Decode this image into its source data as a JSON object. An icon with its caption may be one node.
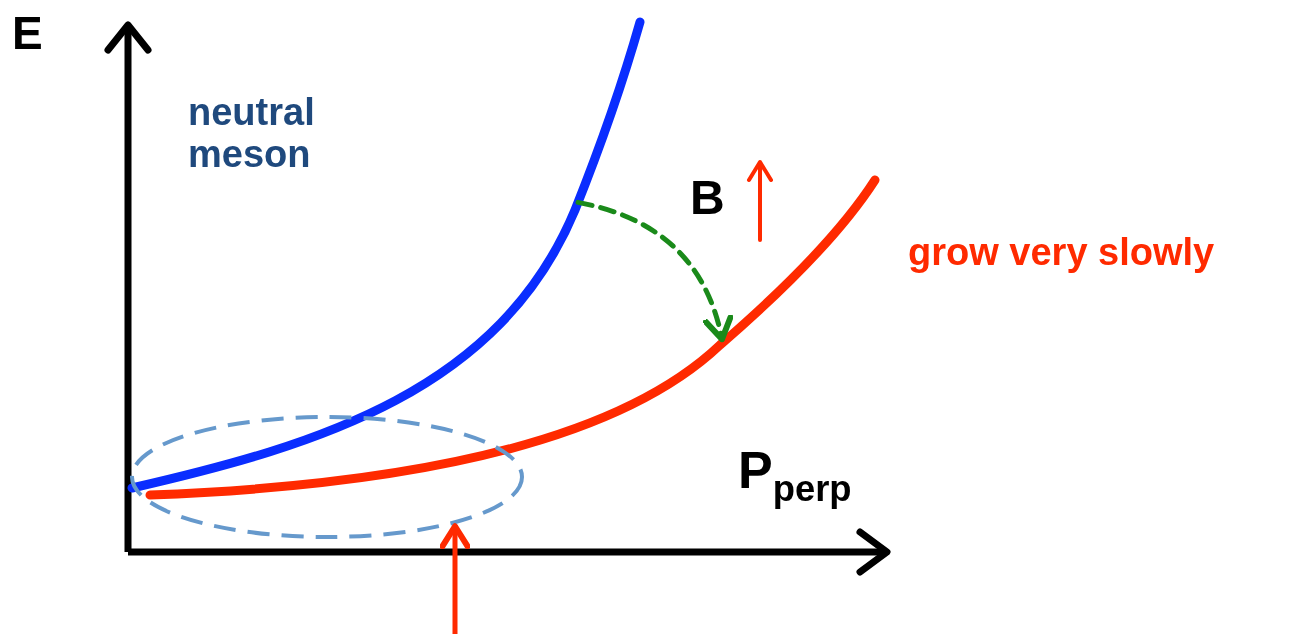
{
  "diagram": {
    "nodes": [
      {
        "text": [],
        "shape": "curve"
      },
      {
        "text": [],
        "shape": "curve",
        "beside": [
          "grow very slowly"
        ]
      },
      {
        "text": [],
        "shape": "ellipse"
      }
    ],
    "edges": [
      {
        "from": 0,
        "to": 1,
        "arrow": "to",
        "style": "dashed",
        "color": "#1a8a1a"
      },
      {
        "from": null,
        "to": 2,
        "arrow": "to",
        "color": "#ff2a00"
      }
    ],
    "labels": [
      "E",
      "neutral meson",
      "B",
      "P$_{perp}$"
    ]
  }
}
